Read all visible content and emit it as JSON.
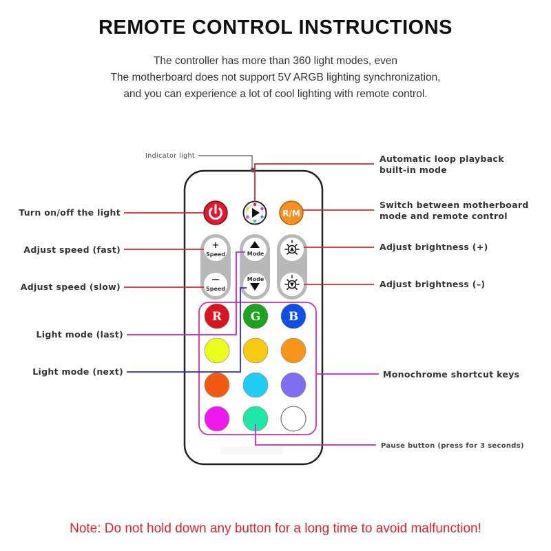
{
  "header": {
    "title": "REMOTE CONTROL INSTRUCTIONS",
    "intro_lines": [
      "The controller has more than 360 light modes, even",
      "The motherboard does not support 5V ARGB lighting synchronization,",
      "and you can experience a lot of cool lighting with remote control."
    ]
  },
  "labels": {
    "indicator": "Indicator light",
    "power": "Turn on/off the light",
    "speed_fast": "Adjust speed (fast)",
    "speed_slow": "Adjust speed (slow)",
    "mode_last": "Light mode (last)",
    "mode_next": "Light mode (next)",
    "auto_loop_1": "Automatic loop playback",
    "auto_loop_2": "built-in mode",
    "switch_1": "Switch between motherboard",
    "switch_2": "mode and remote control",
    "bright_up": "Adjust brightness (+)",
    "bright_down": "Adjust brightness (–)",
    "mono": "Monochrome shortcut keys",
    "pause": "Pause button (press for 3 seconds)"
  },
  "remote": {
    "rm_label": "R/M",
    "speed_plus_symbol": "+",
    "speed_minus_symbol": "—",
    "speed_label": "Speed",
    "mode_label": "Mode",
    "rgb_keys": [
      {
        "label": "R",
        "color": "#d9141e"
      },
      {
        "label": "G",
        "color": "#1fa21f"
      },
      {
        "label": "B",
        "color": "#0f4fe6"
      }
    ],
    "color_keys": [
      {
        "name": "yellow",
        "color": "#eaff1c"
      },
      {
        "name": "amber",
        "color": "#f7cb12"
      },
      {
        "name": "orange",
        "color": "#f7951a"
      },
      {
        "name": "red-orange",
        "color": "#f25a14"
      },
      {
        "name": "sky-blue",
        "color": "#22cdf5"
      },
      {
        "name": "lavender",
        "color": "#7f6ff0"
      },
      {
        "name": "magenta",
        "color": "#ee19ee"
      },
      {
        "name": "aqua-green",
        "color": "#1ee8a8"
      },
      {
        "name": "white",
        "color": "#ffffff"
      }
    ]
  },
  "colors": {
    "power_red": "#e01830",
    "rm_orange": "#f7901e",
    "line_red": "#d8252f",
    "line_magenta": "#cc22cc",
    "line_blue": "#2a2ac8",
    "note_red": "#e0202a"
  },
  "footer": {
    "note": "Note: Do not hold down any button for a long time to avoid malfunction!"
  }
}
